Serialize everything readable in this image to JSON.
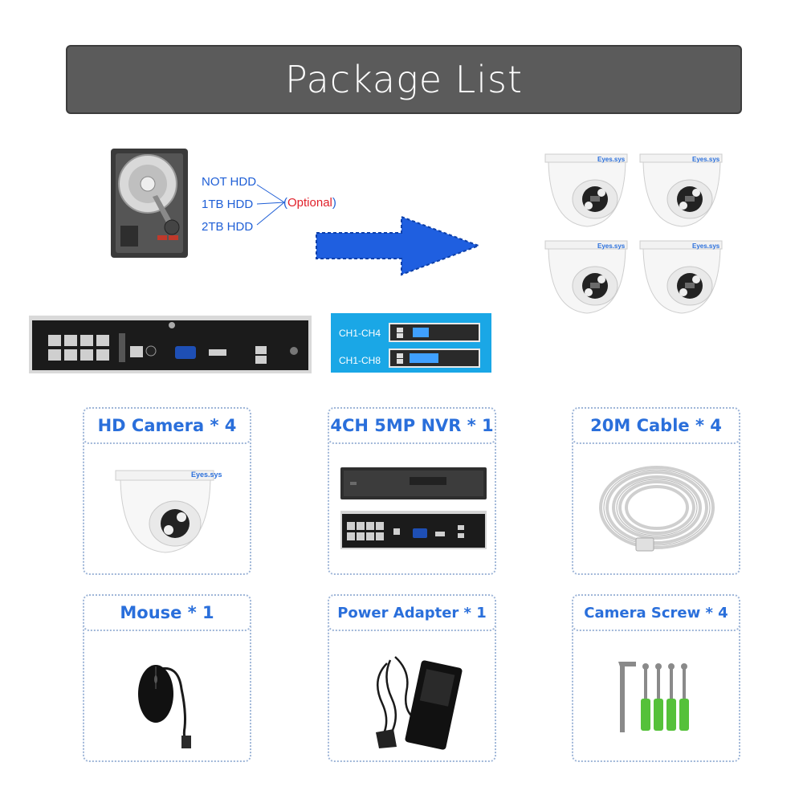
{
  "header": {
    "title": "Package List"
  },
  "hdd": {
    "options": [
      "NOT HDD",
      "1TB HDD",
      "2TB HDD"
    ],
    "optional_label": "Optional"
  },
  "nvr_variants": [
    "CH1-CH4",
    "CH1-CH8"
  ],
  "camera_brand": "Eyes.sys",
  "items": [
    {
      "label": "HD Camera * 4",
      "icon": "dome-camera-icon"
    },
    {
      "label": "4CH 5MP NVR * 1",
      "icon": "nvr-icon"
    },
    {
      "label": "20M Cable * 4",
      "icon": "cable-icon"
    },
    {
      "label": "Mouse * 1",
      "icon": "mouse-icon"
    },
    {
      "label": "Power Adapter * 1",
      "icon": "power-adapter-icon"
    },
    {
      "label": "Camera Screw * 4",
      "icon": "screw-icon"
    }
  ],
  "colors": {
    "accent": "#2a6fdb",
    "title_bar": "#5b5b5b",
    "arrow": "#1f5fe0",
    "optional": "#e0202a"
  }
}
